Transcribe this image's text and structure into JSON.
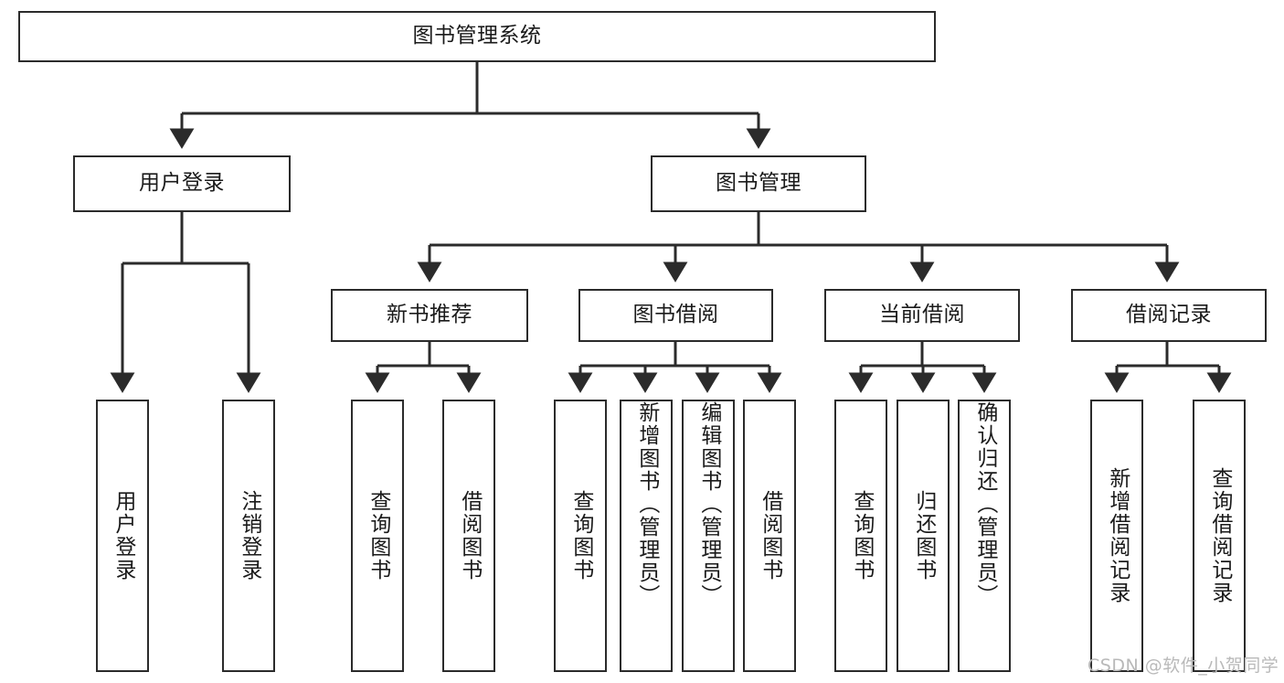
{
  "diagram": {
    "type": "tree-hierarchy-chart",
    "title": "图书管理系统",
    "watermark": "CSDN @软件_小贺同学",
    "colors": {
      "stroke": "#2b2b2b",
      "fill": "#ffffff",
      "text": "#1a1a1a",
      "watermark": "#b9b9b9"
    },
    "nodes": {
      "root": {
        "label": "图书管理系统",
        "orientation": "horizontal"
      },
      "level2": [
        {
          "id": "user-login",
          "label": "用户登录",
          "orientation": "horizontal"
        },
        {
          "id": "book-management",
          "label": "图书管理",
          "orientation": "horizontal"
        }
      ],
      "level3": [
        {
          "id": "new-book-recommend",
          "label": "新书推荐",
          "orientation": "horizontal"
        },
        {
          "id": "book-borrow",
          "label": "图书借阅",
          "orientation": "horizontal"
        },
        {
          "id": "current-borrow",
          "label": "当前借阅",
          "orientation": "horizontal"
        },
        {
          "id": "borrow-record",
          "label": "借阅记录",
          "orientation": "horizontal"
        }
      ],
      "leaves": [
        {
          "id": "leaf-user-login",
          "label": "用户登录",
          "parent": "user-login",
          "orientation": "vertical"
        },
        {
          "id": "leaf-user-logout",
          "label": "注销登录",
          "parent": "user-login",
          "orientation": "vertical"
        },
        {
          "id": "leaf-query-book-1",
          "label": "查询图书",
          "parent": "new-book-recommend",
          "orientation": "vertical"
        },
        {
          "id": "leaf-borrow-book-1",
          "label": "借阅图书",
          "parent": "new-book-recommend",
          "orientation": "vertical"
        },
        {
          "id": "leaf-query-book-2",
          "label": "查询图书",
          "parent": "book-borrow",
          "orientation": "vertical"
        },
        {
          "id": "leaf-add-book",
          "label": "新增图书（管理员）",
          "parent": "book-borrow",
          "orientation": "vertical"
        },
        {
          "id": "leaf-edit-book",
          "label": "编辑图书（管理员）",
          "parent": "book-borrow",
          "orientation": "vertical"
        },
        {
          "id": "leaf-borrow-book-2",
          "label": "借阅图书",
          "parent": "book-borrow",
          "orientation": "vertical"
        },
        {
          "id": "leaf-query-book-3",
          "label": "查询图书",
          "parent": "current-borrow",
          "orientation": "vertical"
        },
        {
          "id": "leaf-return-book",
          "label": "归还图书",
          "parent": "current-borrow",
          "orientation": "vertical"
        },
        {
          "id": "leaf-confirm-return",
          "label": "确认归还（管理员）",
          "parent": "current-borrow",
          "orientation": "vertical"
        },
        {
          "id": "leaf-add-record",
          "label": "新增借阅记录",
          "parent": "borrow-record",
          "orientation": "vertical"
        },
        {
          "id": "leaf-query-record",
          "label": "查询借阅记录",
          "parent": "borrow-record",
          "orientation": "vertical"
        }
      ]
    }
  }
}
